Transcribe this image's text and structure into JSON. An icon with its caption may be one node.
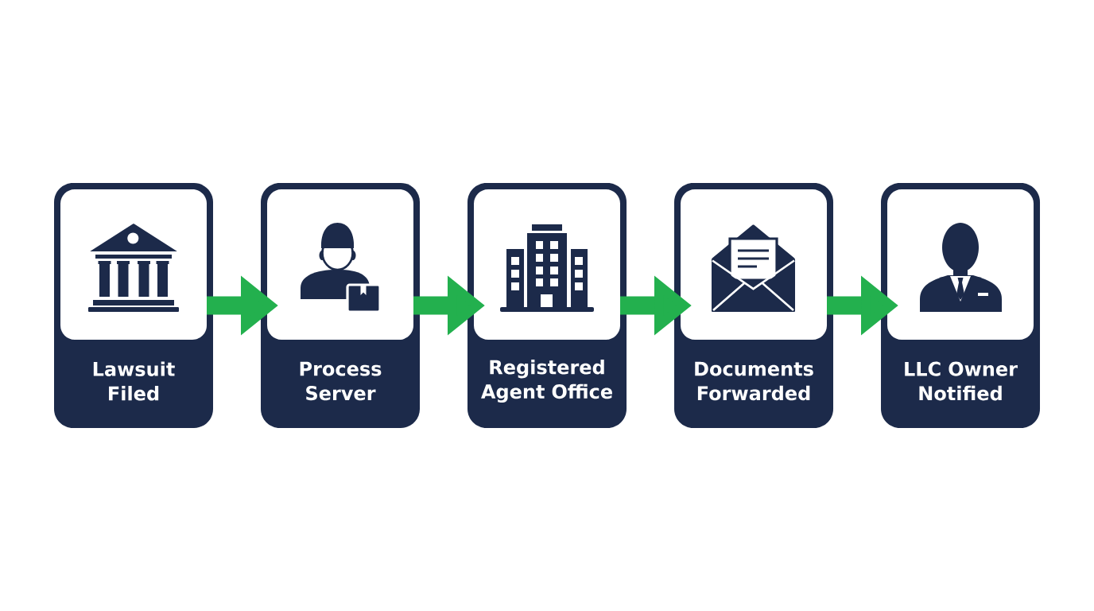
{
  "diagram": {
    "nodes": [
      {
        "text": [
          "Lawsuit Filed"
        ]
      },
      {
        "text": [
          "Process Server"
        ]
      },
      {
        "text": [
          "Registered Agent Office"
        ]
      },
      {
        "text": [
          "Documents Forwarded"
        ]
      },
      {
        "text": [
          "LLC Owner Notified"
        ]
      }
    ],
    "edges": [
      {
        "from": 0,
        "to": 1,
        "arrow": "to"
      },
      {
        "from": 1,
        "to": 2,
        "arrow": "to"
      },
      {
        "from": 2,
        "to": 3,
        "arrow": "to"
      },
      {
        "from": 3,
        "to": 4,
        "arrow": "to"
      }
    ]
  }
}
